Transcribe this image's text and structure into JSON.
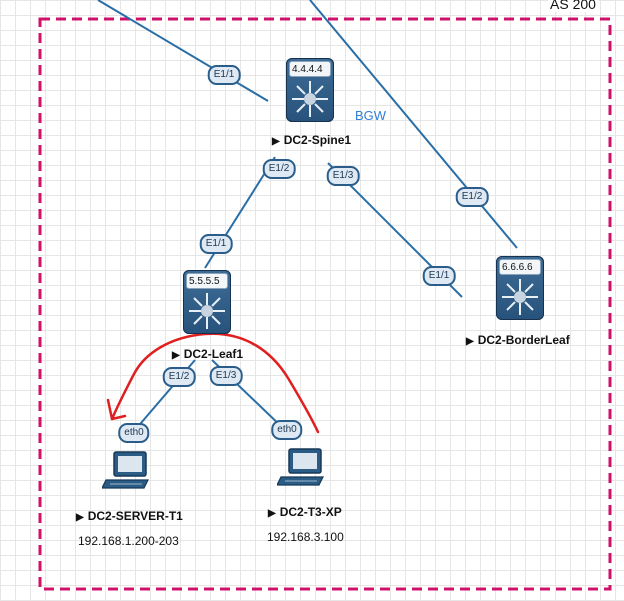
{
  "as_label": "AS 200",
  "bgw_label": "BGW",
  "devices": {
    "spine1": {
      "name": "DC2-Spine1",
      "id_label": "4.4.4.4"
    },
    "leaf1": {
      "name": "DC2-Leaf1",
      "id_label": "5.5.5.5"
    },
    "borderleaf": {
      "name": "DC2-BorderLeaf",
      "id_label": "6.6.6.6"
    },
    "server": {
      "name": "DC2-SERVER-T1",
      "ip": "192.168.1.200-203"
    },
    "t3xp": {
      "name": "DC2-T3-XP",
      "ip": "192.168.3.100"
    }
  },
  "interfaces": {
    "spine1_e1_1": "E1/1",
    "spine1_e1_2": "E1/2",
    "spine1_e1_3": "E1/3",
    "leaf1_up_e1_1": "E1/1",
    "borderleaf_e1_2": "E1/2",
    "borderleaf_e1_1": "E1/1",
    "leaf1_e1_2": "E1/2",
    "leaf1_e1_3": "E1/3",
    "server_eth0": "eth0",
    "t3xp_eth0": "eth0"
  },
  "colors": {
    "boundary": "#d0106a",
    "link": "#2a6ea6",
    "annotation": "#e02020",
    "bgw_text": "#2f7fd6"
  }
}
